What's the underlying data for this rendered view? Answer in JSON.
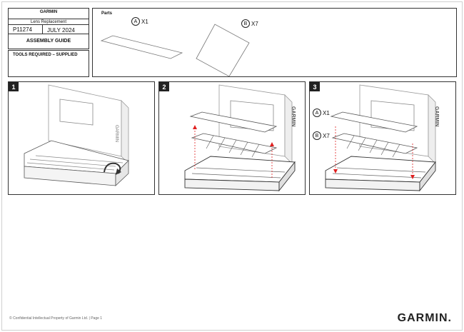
{
  "header": {
    "brand": "GARMIN",
    "title": "Lens Replacement",
    "part_number": "P11274",
    "date": "JULY 2024",
    "guide": "ASSEMBLY GUIDE"
  },
  "tools": {
    "label": "TOOLS REQUIRED – SUPPLIED"
  },
  "parts": {
    "label": "Parts",
    "items": [
      {
        "letter": "A",
        "qty": "X1"
      },
      {
        "letter": "B",
        "qty": "X7"
      }
    ]
  },
  "steps": [
    {
      "number": "1"
    },
    {
      "number": "2"
    },
    {
      "number": "3",
      "callouts": [
        {
          "letter": "A",
          "qty": "X1"
        },
        {
          "letter": "B",
          "qty": "X7"
        }
      ]
    }
  ],
  "footer": {
    "note": "© Confidential Intellectual Property of Garmin Ltd. | Page 1",
    "brand": "GARMIN."
  },
  "device_label": "GARMIN"
}
